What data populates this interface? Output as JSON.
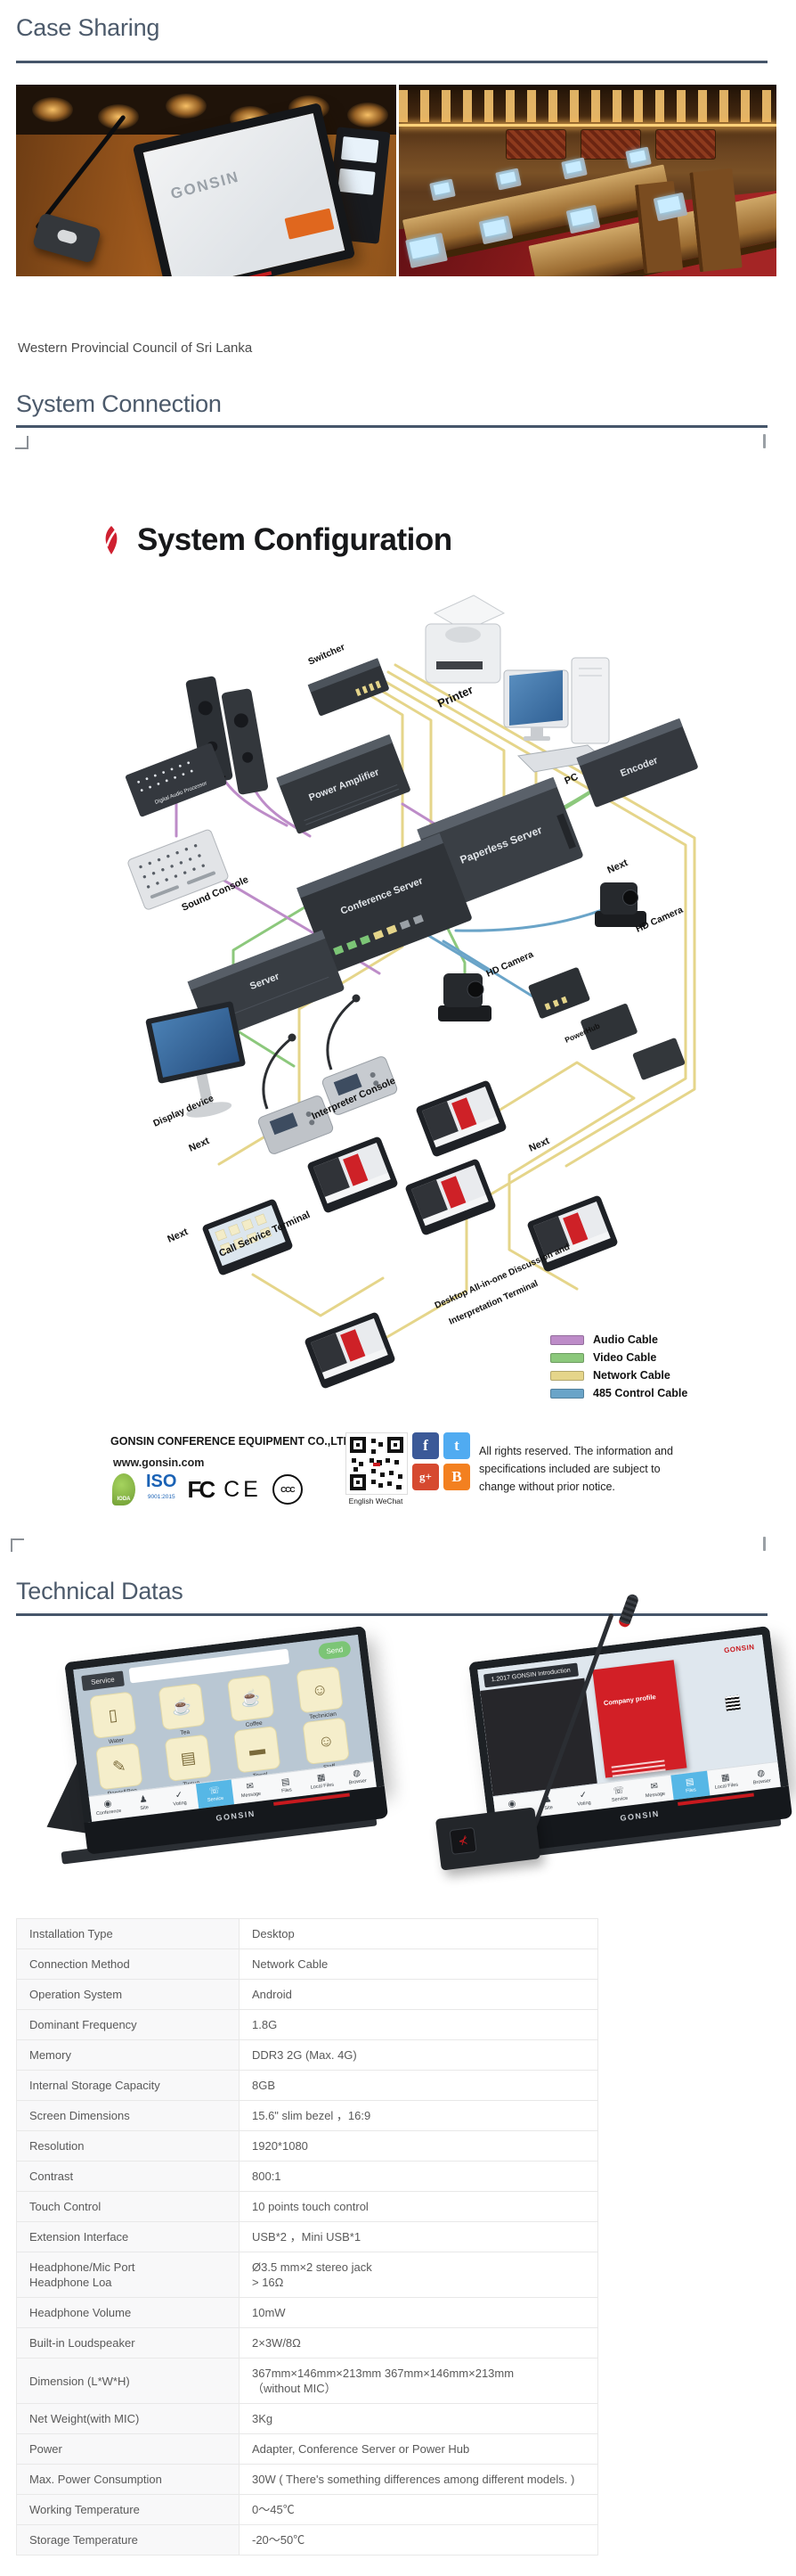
{
  "case_sharing": {
    "title": "Case Sharing",
    "caption": "Western Provincial Council of Sri Lanka"
  },
  "system_connection": {
    "title": "System Connection",
    "diagram_title": "System Configuration",
    "labels": {
      "switcher": "Switcher",
      "printer": "Printer",
      "pc": "PC",
      "encoder": "Encoder",
      "speaker": "Speaker",
      "digital_audio_processor": "Digital Audio Processor",
      "power_amplifier": "Power Amplifier",
      "paperless_server": "Paperless Server",
      "sound_console": "Sound Console",
      "conference_server": "Conference Server",
      "server": "Server",
      "display_device": "Display device",
      "interpreter_console": "Interpreter Console",
      "hd_camera_1": "HD Camera",
      "hd_camera_2": "HD Camera",
      "power_hub": "PowerHub",
      "next": "Next",
      "call_service_terminal": "Call Service Terminal",
      "desktop_terminal_line1": "Desktop All-in-one Discussion and",
      "desktop_terminal_line2": "Interpretation Terminal"
    },
    "legend": [
      {
        "label": "Audio Cable",
        "color": "#bd8cc8"
      },
      {
        "label": "Video Cable",
        "color": "#8cc87c"
      },
      {
        "label": "Network Cable",
        "color": "#e5d58a"
      },
      {
        "label": "485 Control Cable",
        "color": "#6aa4c8"
      }
    ],
    "footer": {
      "company": "GONSIN CONFERENCE EQUIPMENT CO.,LTD.",
      "website": "www.gonsin.com",
      "wechat_caption": "English WeChat",
      "rights": "All rights reserved. The information and specifications included are subject to change without prior notice.",
      "certs": [
        "IODA",
        "ISO",
        "9001:2015",
        "FC",
        "CE",
        "CCC"
      ],
      "social": [
        "facebook",
        "twitter",
        "google-plus",
        "blogger"
      ],
      "social_glyphs": {
        "facebook": "f",
        "twitter": "t",
        "google_plus": "g+",
        "blogger": "B"
      }
    }
  },
  "technical_datas": {
    "title": "Technical Datas",
    "left_tablet": {
      "service_label": "Service",
      "send_label": "Send",
      "brand": "GONSIN",
      "icons": [
        {
          "label": "Water",
          "glyph": "▯"
        },
        {
          "label": "Tea",
          "glyph": "☕"
        },
        {
          "label": "Coffee",
          "glyph": "☕"
        },
        {
          "label": "Technician",
          "glyph": "☺"
        },
        {
          "label": "Paper&Pen",
          "glyph": "✎"
        },
        {
          "label": "Tissue",
          "glyph": "▤"
        },
        {
          "label": "Towel",
          "glyph": "▬"
        },
        {
          "label": "Staff",
          "glyph": "☺"
        }
      ],
      "toolbar": [
        {
          "label": "Conference",
          "glyph": "◉",
          "fg": "#3c4248"
        },
        {
          "label": "Site",
          "glyph": "♟",
          "fg": "#3c4248"
        },
        {
          "label": "Voting",
          "glyph": "✓",
          "fg": "#3c4248"
        },
        {
          "label": "Service",
          "glyph": "☏",
          "bg": "#56b7e6",
          "fg": "#ffffff"
        },
        {
          "label": "Message",
          "glyph": "✉",
          "fg": "#3c4248"
        },
        {
          "label": "Files",
          "glyph": "▤",
          "fg": "#3c4248"
        },
        {
          "label": "Local Files",
          "glyph": "▦",
          "fg": "#3c4248"
        },
        {
          "label": "Browser",
          "glyph": "◍",
          "fg": "#3c4248"
        }
      ]
    },
    "right_tablet": {
      "doc_title": "1.2017 GONSIN Introduction",
      "page_title": "Company profile",
      "brand": "GONSIN",
      "logo": "GONSIN",
      "toolbar": [
        {
          "label": "Conference",
          "glyph": "◉",
          "fg": "#3c4248"
        },
        {
          "label": "Site",
          "glyph": "♟",
          "fg": "#3c4248"
        },
        {
          "label": "Voting",
          "glyph": "✓",
          "fg": "#3c4248"
        },
        {
          "label": "Service",
          "glyph": "☏",
          "fg": "#3c4248"
        },
        {
          "label": "Message",
          "glyph": "✉",
          "fg": "#3c4248"
        },
        {
          "label": "Files",
          "glyph": "▤",
          "bg": "#56b7e6",
          "fg": "#ffffff"
        },
        {
          "label": "Local Files",
          "glyph": "▦",
          "fg": "#3c4248"
        },
        {
          "label": "Browser",
          "glyph": "◍",
          "fg": "#3c4248"
        }
      ]
    },
    "table": [
      {
        "label": "Installation Type",
        "value": "Desktop"
      },
      {
        "label": "Connection Method",
        "value": "Network Cable"
      },
      {
        "label": "Operation System",
        "value": "Android"
      },
      {
        "label": "Dominant Frequency",
        "value": "1.8G"
      },
      {
        "label": "Memory",
        "value": "DDR3 2G (Max. 4G)"
      },
      {
        "label": "Internal Storage Capacity",
        "value": "8GB"
      },
      {
        "label": "Screen Dimensions",
        "value": "15.6\" slim bezel ，16:9"
      },
      {
        "label": "Resolution",
        "value": "1920*1080"
      },
      {
        "label": "Contrast",
        "value": "800:1"
      },
      {
        "label": "Touch Control",
        "value": "10 points touch control"
      },
      {
        "label": "Extension Interface",
        "value": "USB*2 ，Mini USB*1"
      },
      {
        "label": "Headphone/Mic Port\nHeadphone Loa",
        "value": "Ø3.5 mm×2 stereo jack\n> 16Ω"
      },
      {
        "label": "Headphone Volume",
        "value": "10mW"
      },
      {
        "label": "Built-in Loudspeaker",
        "value": "2×3W/8Ω"
      },
      {
        "label": "Dimension (L*W*H)",
        "value": "367mm×146mm×213mm 367mm×146mm×213mm\n（without MIC）"
      },
      {
        "label": "Net Weight(with MIC)",
        "value": "3Kg"
      },
      {
        "label": "Power",
        "value": "Adapter, Conference Server or Power Hub"
      },
      {
        "label": "Max. Power Consumption",
        "value": "30W ( There's something differences among different models. )"
      },
      {
        "label": "Working Temperature",
        "value": "0～45℃"
      },
      {
        "label": "Storage Temperature",
        "value": "-20～50℃"
      }
    ]
  }
}
